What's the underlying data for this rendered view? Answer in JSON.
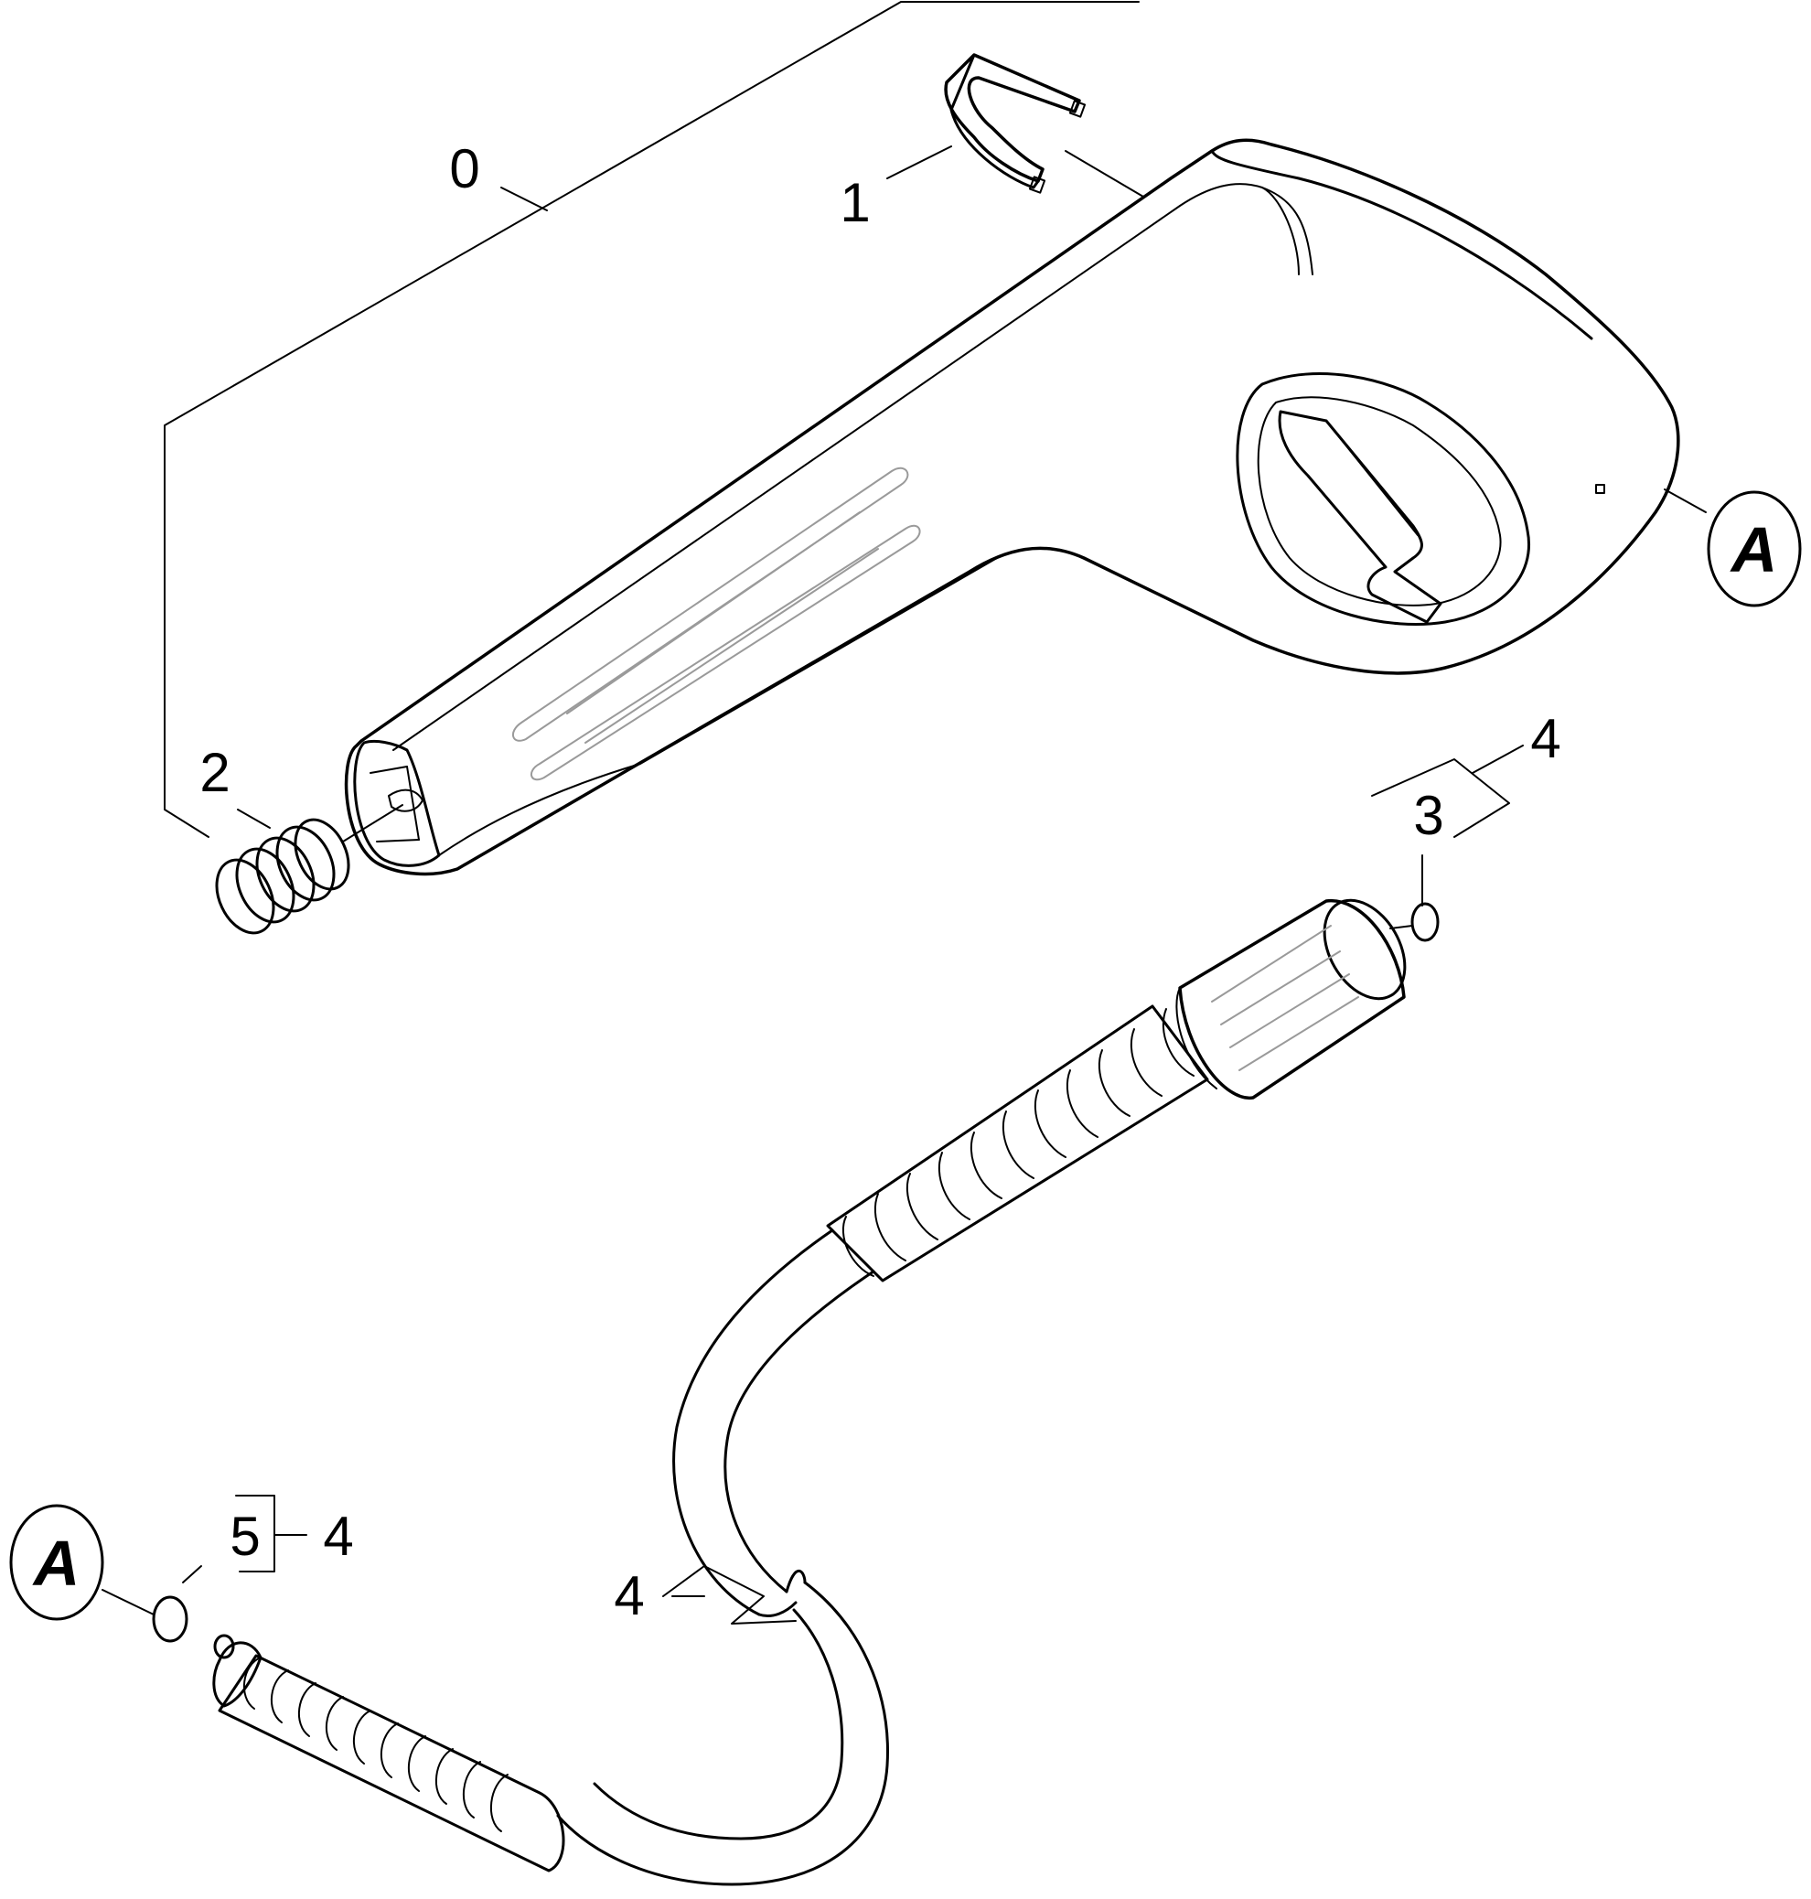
{
  "callouts": {
    "item_0": "0",
    "item_1": "1",
    "item_2": "2",
    "item_3": "3",
    "item_4_top": "4",
    "item_4_hose": "4",
    "item_4_bottom": "4",
    "item_5": "5"
  },
  "connectors": {
    "top_marker": "A",
    "bottom_marker": "A"
  }
}
